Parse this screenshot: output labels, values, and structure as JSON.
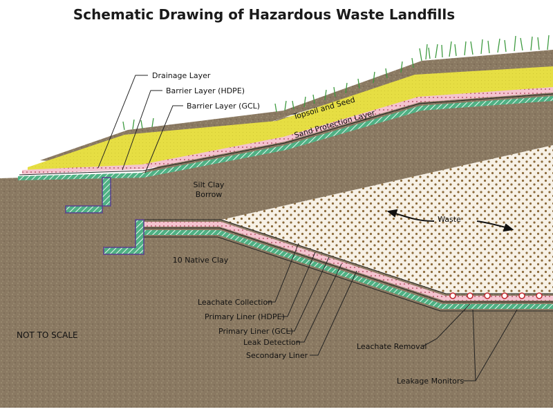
{
  "title": "Schematic Drawing of Hazardous Waste Landfills",
  "scale_note": "NOT TO SCALE",
  "layers": {
    "topsoil": "Topsoil and Seed",
    "sand": "Sand Protection Layer",
    "silt_clay_1": "Silt Clay",
    "silt_clay_2": "Borrow",
    "native_clay": "10 Native Clay",
    "waste": "Waste"
  },
  "callouts": {
    "drainage": "Drainage Layer",
    "barrier_hdpe": "Barrier Layer (HDPE)",
    "barrier_gcl": "Barrier Layer (GCL)",
    "leachate_collection": "Leachate Collection",
    "primary_hdpe": "Primary Liner (HDPE)",
    "primary_gcl": "Primary Liner (GCL)",
    "leak_detection": "Leak Detection",
    "secondary_liner": "Secondary Liner",
    "leachate_removal": "Leachate Removal",
    "leakage_monitors": "Leakage Monitors"
  },
  "colors": {
    "soil": "#8b7a63",
    "topsoil_yellow": "#e3dc3a",
    "liner_purple": "#5a3f8f",
    "liner_green": "#2f9a6a",
    "pink_layer": "#f2b8c6",
    "leachate_red": "#c2282e",
    "grass": "#3d9a3f"
  }
}
